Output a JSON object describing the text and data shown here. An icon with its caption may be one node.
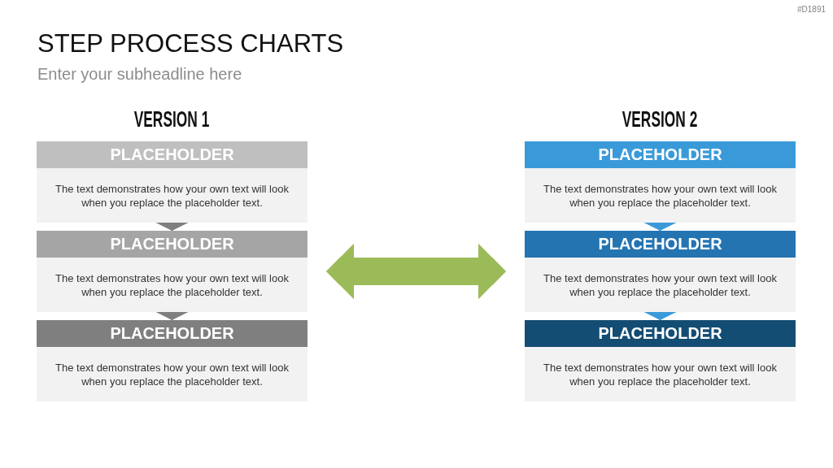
{
  "diagram": {
    "title": "STEP PROCESS CHARTS",
    "nodes": [
      {
        "text": [
          "PLACEHOLDER",
          "The text demonstrates how your own text will look when you replace the placeholder text."
        ]
      },
      {
        "text": [
          "PLACEHOLDER",
          "The text demonstrates how your own text will look when you replace the placeholder text."
        ]
      },
      {
        "text": [
          "PLACEHOLDER",
          "The text demonstrates how your own text will look when you replace the placeholder text."
        ]
      },
      {
        "text": [
          "PLACEHOLDER",
          "The text demonstrates how your own text will look when you replace the placeholder text."
        ]
      },
      {
        "text": [
          "PLACEHOLDER",
          "The text demonstrates how your own text will look when you replace the placeholder text."
        ]
      },
      {
        "text": [
          "PLACEHOLDER",
          "The text demonstrates how your own text will look when you replace the placeholder text."
        ]
      }
    ],
    "edges": [
      {
        "from": 0,
        "to": 1,
        "arrow": "to",
        "color": "#7f7f7f"
      },
      {
        "from": 1,
        "to": 2,
        "arrow": "to",
        "color": "#7f7f7f"
      },
      {
        "from": 1,
        "to": 4,
        "arrow": "both",
        "style": "thick",
        "color": "#9bbb59"
      },
      {
        "from": 3,
        "to": 4,
        "arrow": "to",
        "color": "#3a9ad9"
      },
      {
        "from": 4,
        "to": 5,
        "arrow": "to",
        "color": "#3a9ad9"
      }
    ],
    "labels": [
      "#D1891",
      "Enter your subheadline here",
      "VERSION 1",
      "VERSION 2"
    ]
  }
}
